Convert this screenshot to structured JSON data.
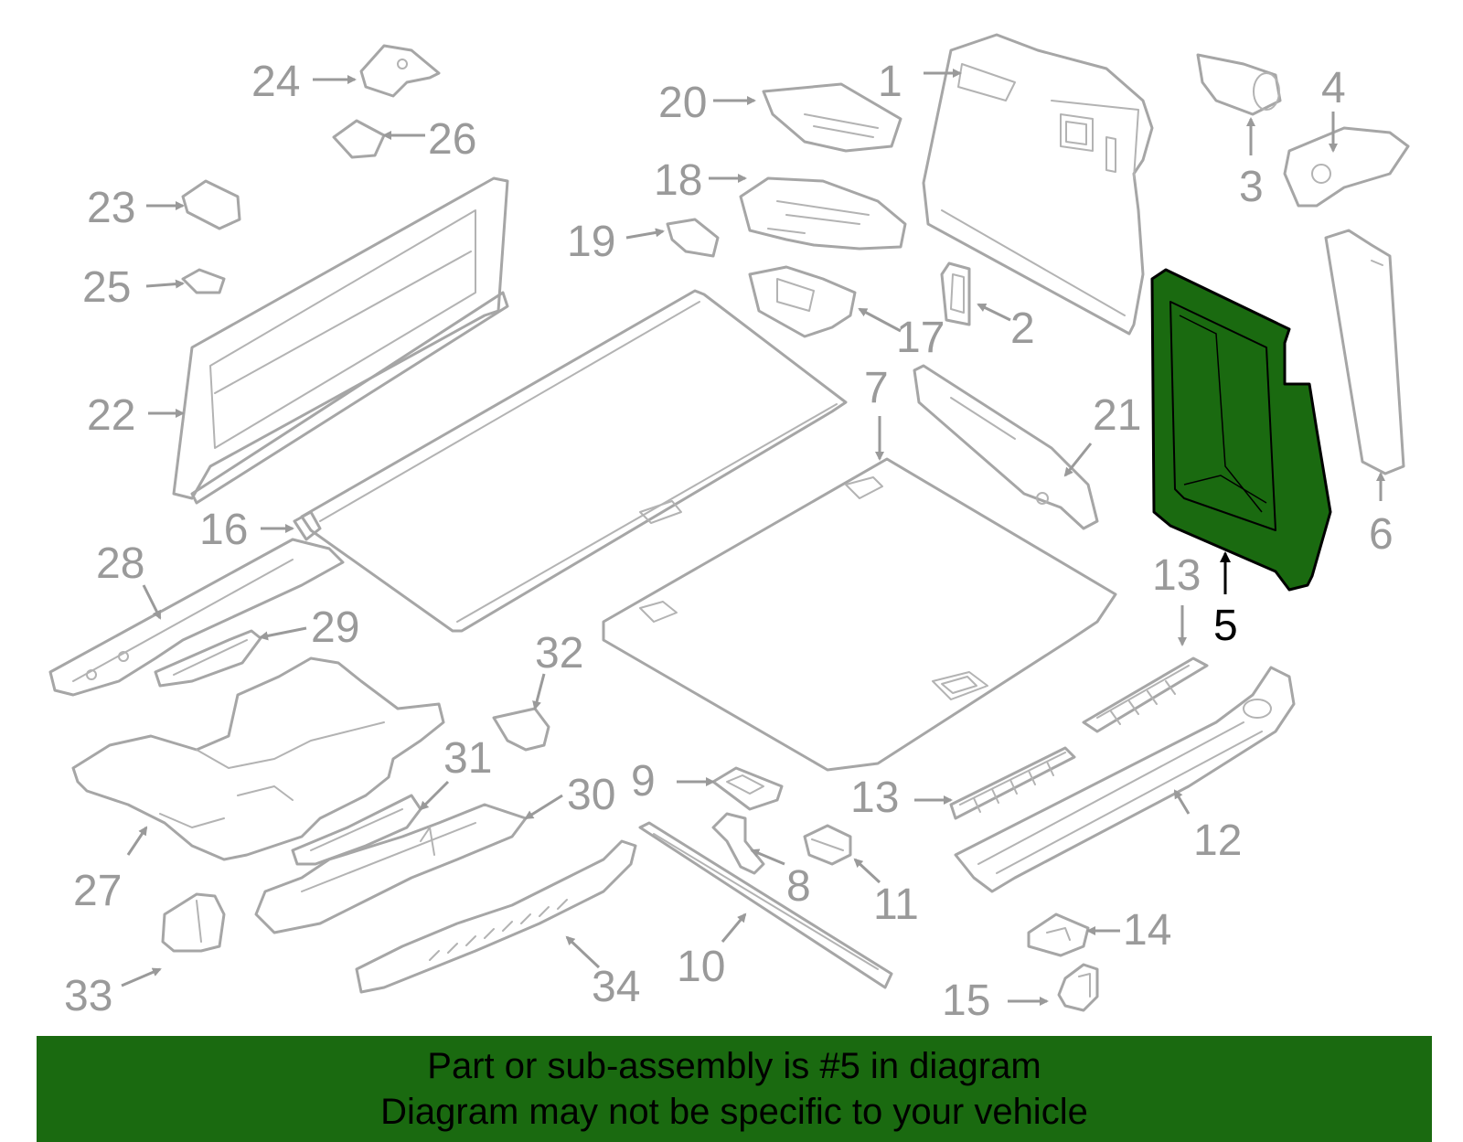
{
  "callouts": {
    "c1": "1",
    "c2": "2",
    "c3": "3",
    "c4": "4",
    "c5": "5",
    "c6": "6",
    "c7": "7",
    "c8": "8",
    "c9": "9",
    "c10": "10",
    "c11": "11",
    "c12": "12",
    "c13a": "13",
    "c13b": "13",
    "c14": "14",
    "c15": "15",
    "c16": "16",
    "c17": "17",
    "c18": "18",
    "c19": "19",
    "c20": "20",
    "c21": "21",
    "c22": "22",
    "c23": "23",
    "c24": "24",
    "c25": "25",
    "c26": "26",
    "c27": "27",
    "c28": "28",
    "c29": "29",
    "c30": "30",
    "c31": "31",
    "c32": "32",
    "c33": "33",
    "c34": "34"
  },
  "banner": {
    "line1": "Part or sub-assembly is #5 in diagram",
    "line2": "Diagram may not be specific to your vehicle"
  },
  "colors": {
    "highlight_part": "#1a6a10",
    "banner_background": "#1a6a10",
    "line_art": "#a6a6a6",
    "callout_text": "#9a9a9a",
    "highlight_callout": "#000000"
  }
}
